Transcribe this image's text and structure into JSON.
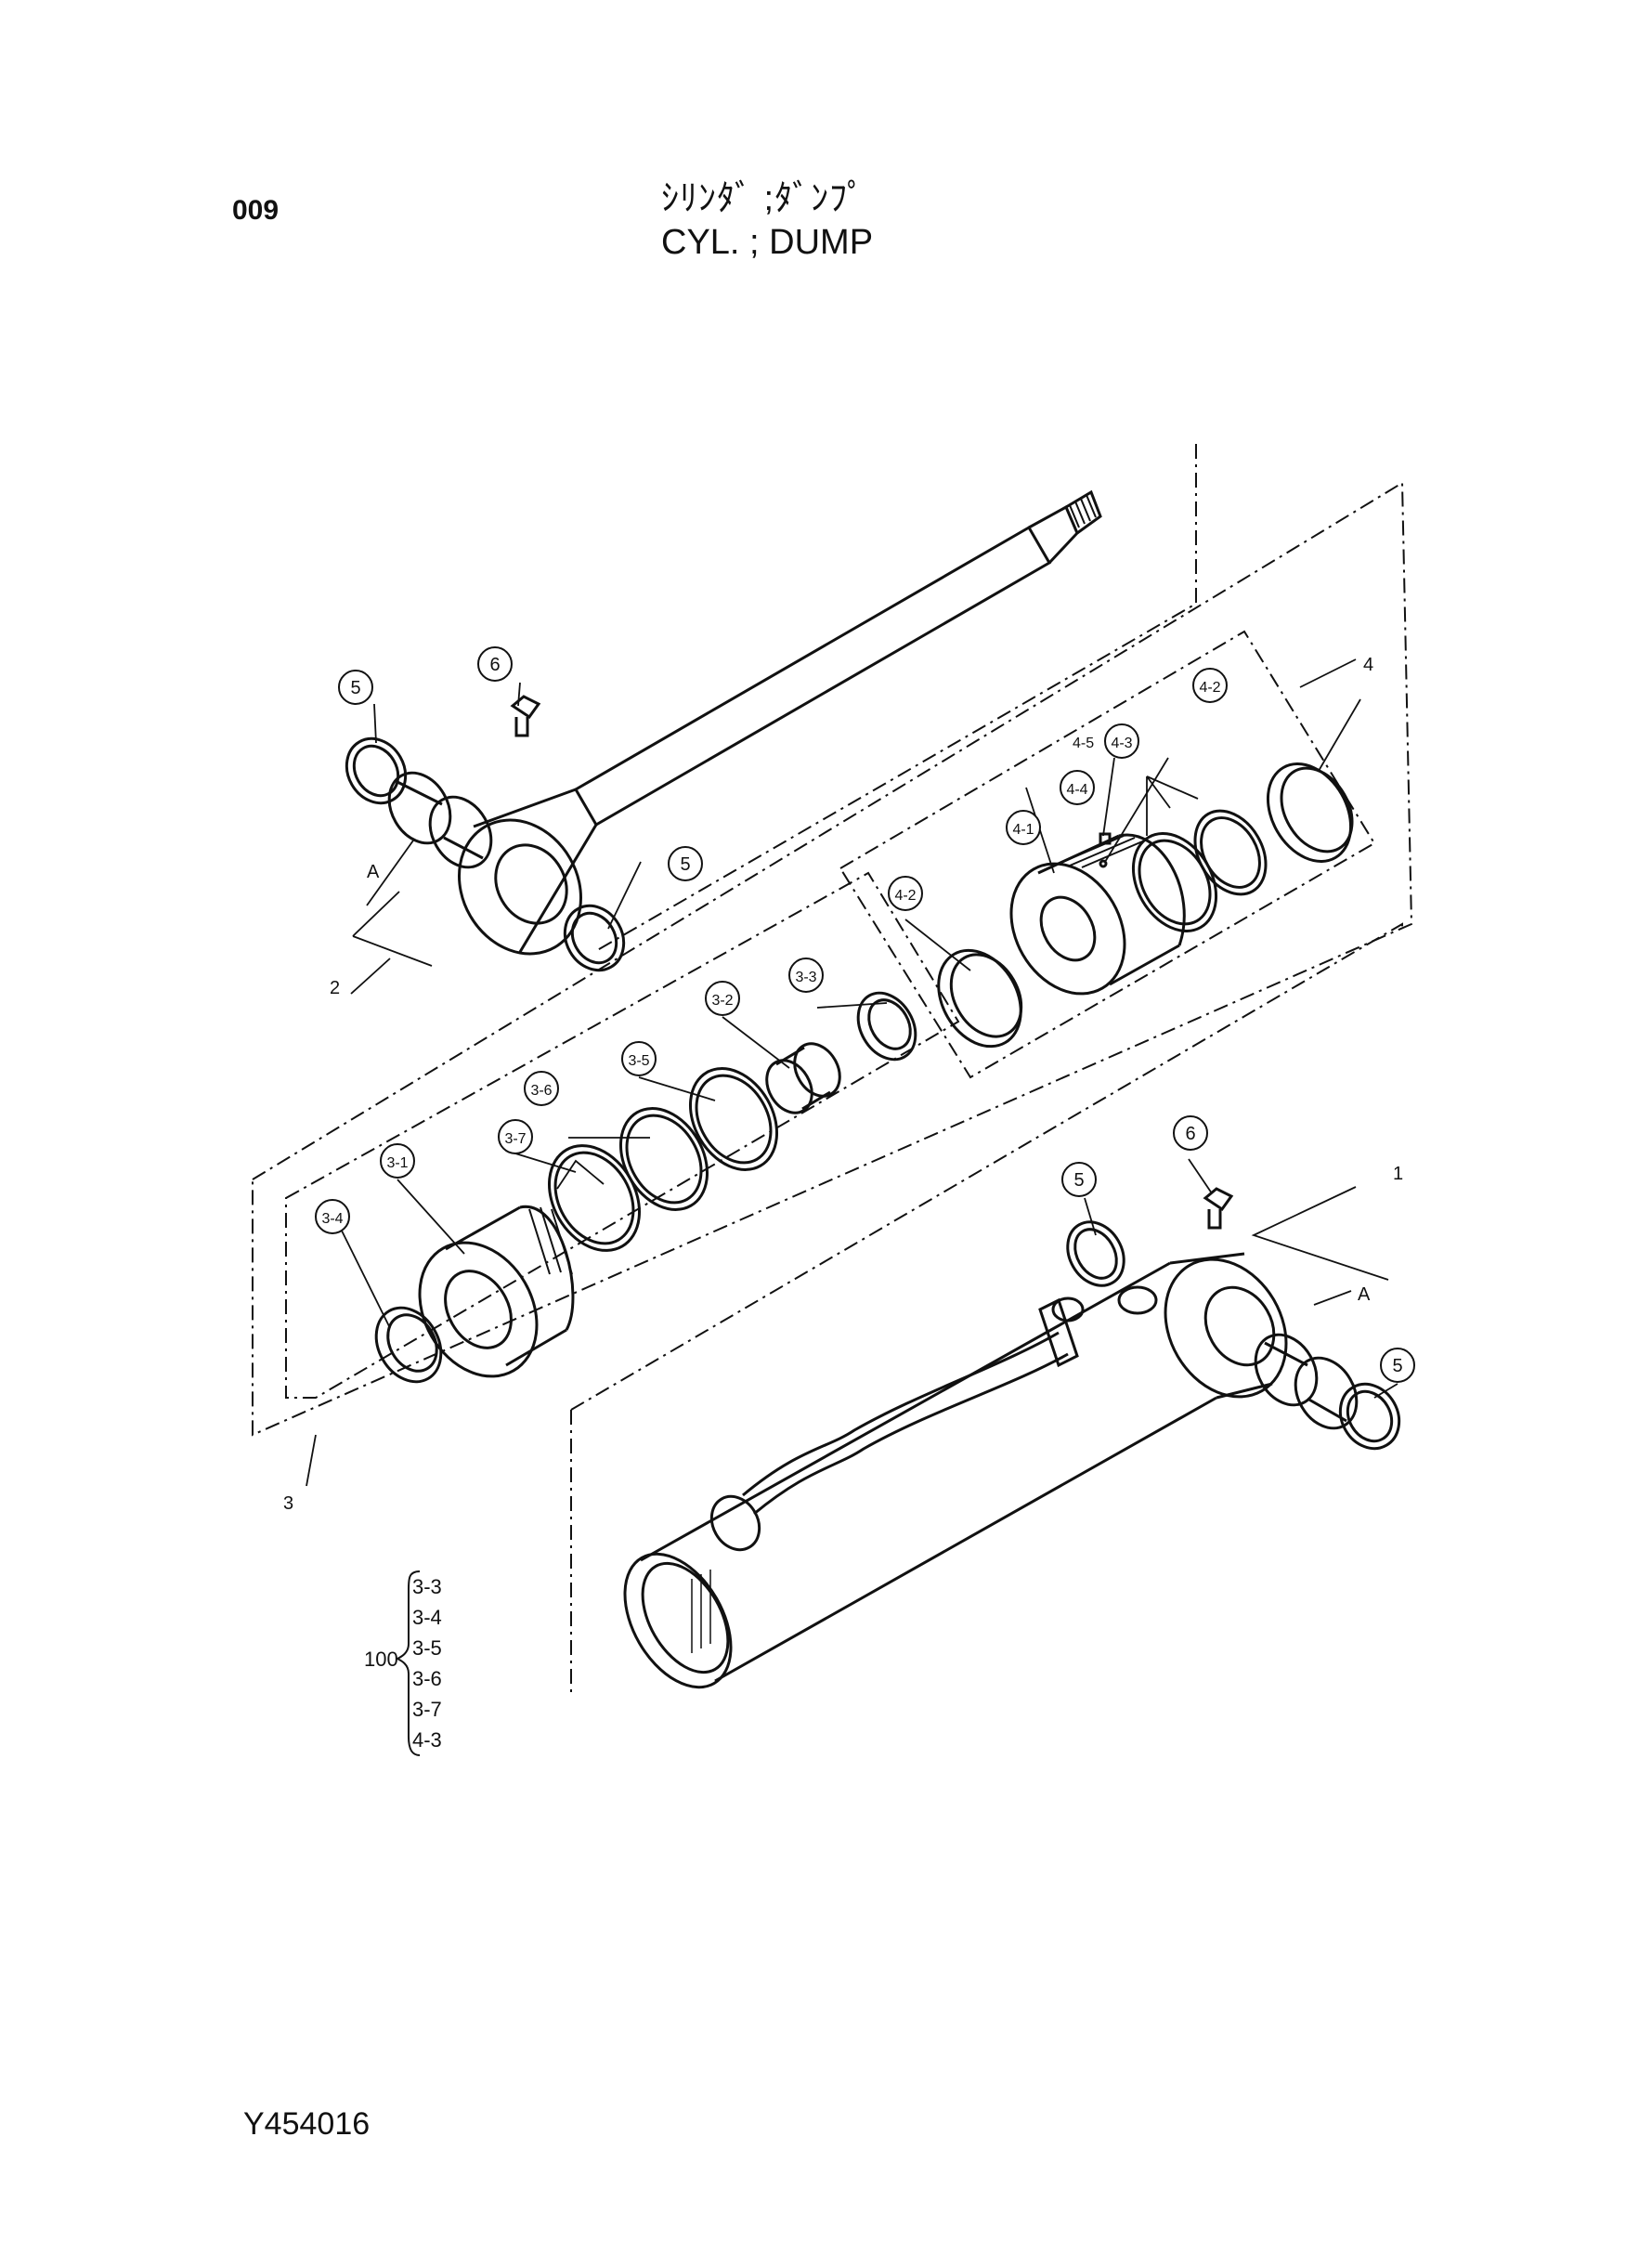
{
  "header": {
    "page_code": "009",
    "title_jp": "ｼﾘﾝﾀﾞ ;ﾀﾞﾝﾌﾟ",
    "title_en": "CYL. ; DUMP"
  },
  "footer": {
    "drawing_number": "Y454016"
  },
  "callouts": {
    "c1": "1",
    "c2": "2",
    "c3": "3",
    "c4": "4",
    "c5a": "5",
    "c5b": "5",
    "c5c": "5",
    "c5d": "5",
    "c6a": "6",
    "c6b": "6",
    "c3_1": "3-1",
    "c3_2": "3-2",
    "c3_3": "3-3",
    "c3_4": "3-4",
    "c3_5": "3-5",
    "c3_6": "3-6",
    "c3_7": "3-7",
    "c4_1": "4-1",
    "c4_2a": "4-2",
    "c4_2b": "4-2",
    "c4_3": "4-3",
    "c4_4": "4-4",
    "c4_5": "4-5",
    "ref_a1": "A",
    "ref_a2": "A"
  },
  "seal_kit": {
    "number": "100",
    "items": [
      "3-3",
      "3-4",
      "3-5",
      "3-6",
      "3-7",
      "4-3"
    ]
  }
}
